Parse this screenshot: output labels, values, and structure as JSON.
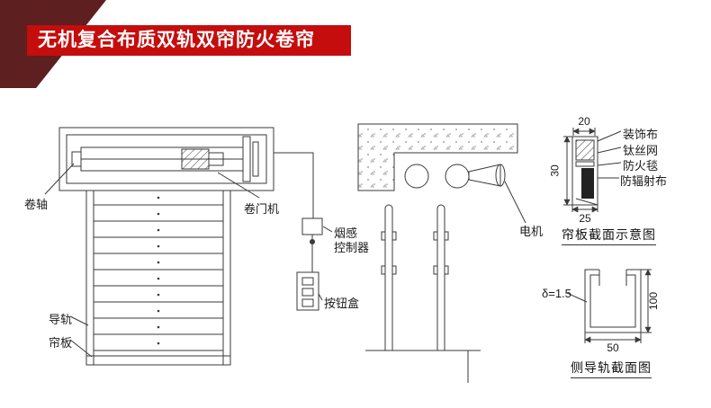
{
  "title": "无机复合布质双轨双帘防火卷帘",
  "colors": {
    "banner_red": "#c50d0d",
    "corner_maroon": "#5d1f1f",
    "line": "#3a3a3a"
  },
  "diagram_labels": {
    "roller_shaft": "卷轴",
    "door_operator": "卷门机",
    "guide_rail": "导轨",
    "curtain_slat": "帘板",
    "smoke_detector_line1": "烟感",
    "smoke_detector_line2": "控制器",
    "button_box": "按钮盒",
    "motor": "电机"
  },
  "slat_section": {
    "caption": "帘板截面示意图",
    "layers": [
      "装饰布",
      "钛丝网",
      "防火毯",
      "防辐射布"
    ],
    "dim_top_width": "20",
    "dim_height": "30",
    "dim_bottom_width": "25"
  },
  "rail_section": {
    "caption": "侧导轨截面图",
    "thickness": "δ=1.5",
    "dim_height": "100",
    "dim_width": "50"
  }
}
